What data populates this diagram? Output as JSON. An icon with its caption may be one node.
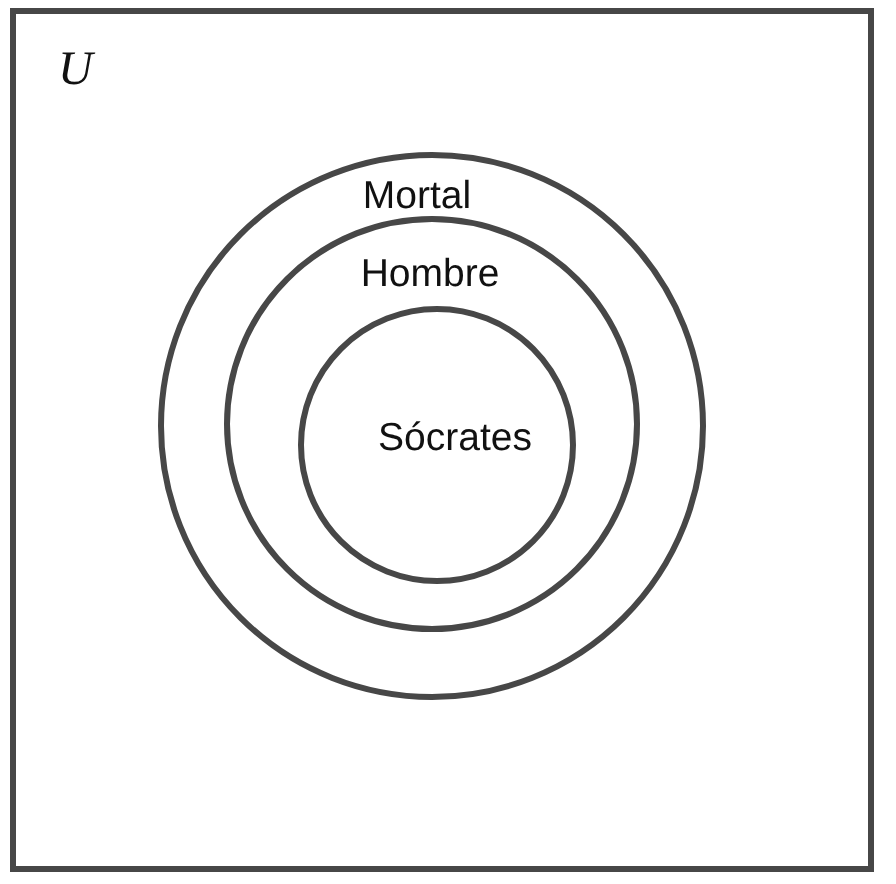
{
  "diagram": {
    "nodes": [
      {
        "text": [
          "U"
        ]
      },
      {
        "text": [
          "Mortal"
        ],
        "in": 0
      },
      {
        "text": [
          "Hombre"
        ],
        "in": 1
      },
      {
        "text": [
          "Sócrates"
        ],
        "in": 2
      }
    ]
  }
}
